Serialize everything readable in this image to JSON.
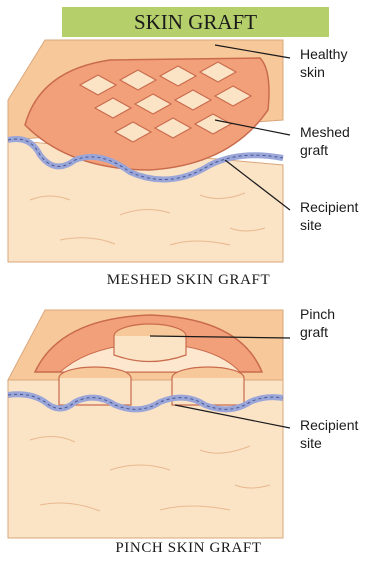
{
  "title": "SKIN GRAFT",
  "meshed": {
    "labels": [
      {
        "line1": "Healthy",
        "line2": "skin"
      },
      {
        "line1": "Meshed",
        "line2": "graft"
      },
      {
        "line1": "Recipient",
        "line2": "site"
      }
    ],
    "caption": "MESHED SKIN GRAFT"
  },
  "pinch": {
    "labels": [
      {
        "line1": "Pinch",
        "line2": "graft"
      },
      {
        "line1": "Recipient",
        "line2": "site"
      }
    ],
    "caption": "PINCH SKIN GRAFT"
  },
  "colors": {
    "banner": "#b5cf6b",
    "skin_surface": "#f7c89a",
    "dermis": "#fbe3c6",
    "wound_bed": "#f2a07a",
    "graft_layer": "#ef9e88",
    "basement": "#9aa6d8"
  }
}
